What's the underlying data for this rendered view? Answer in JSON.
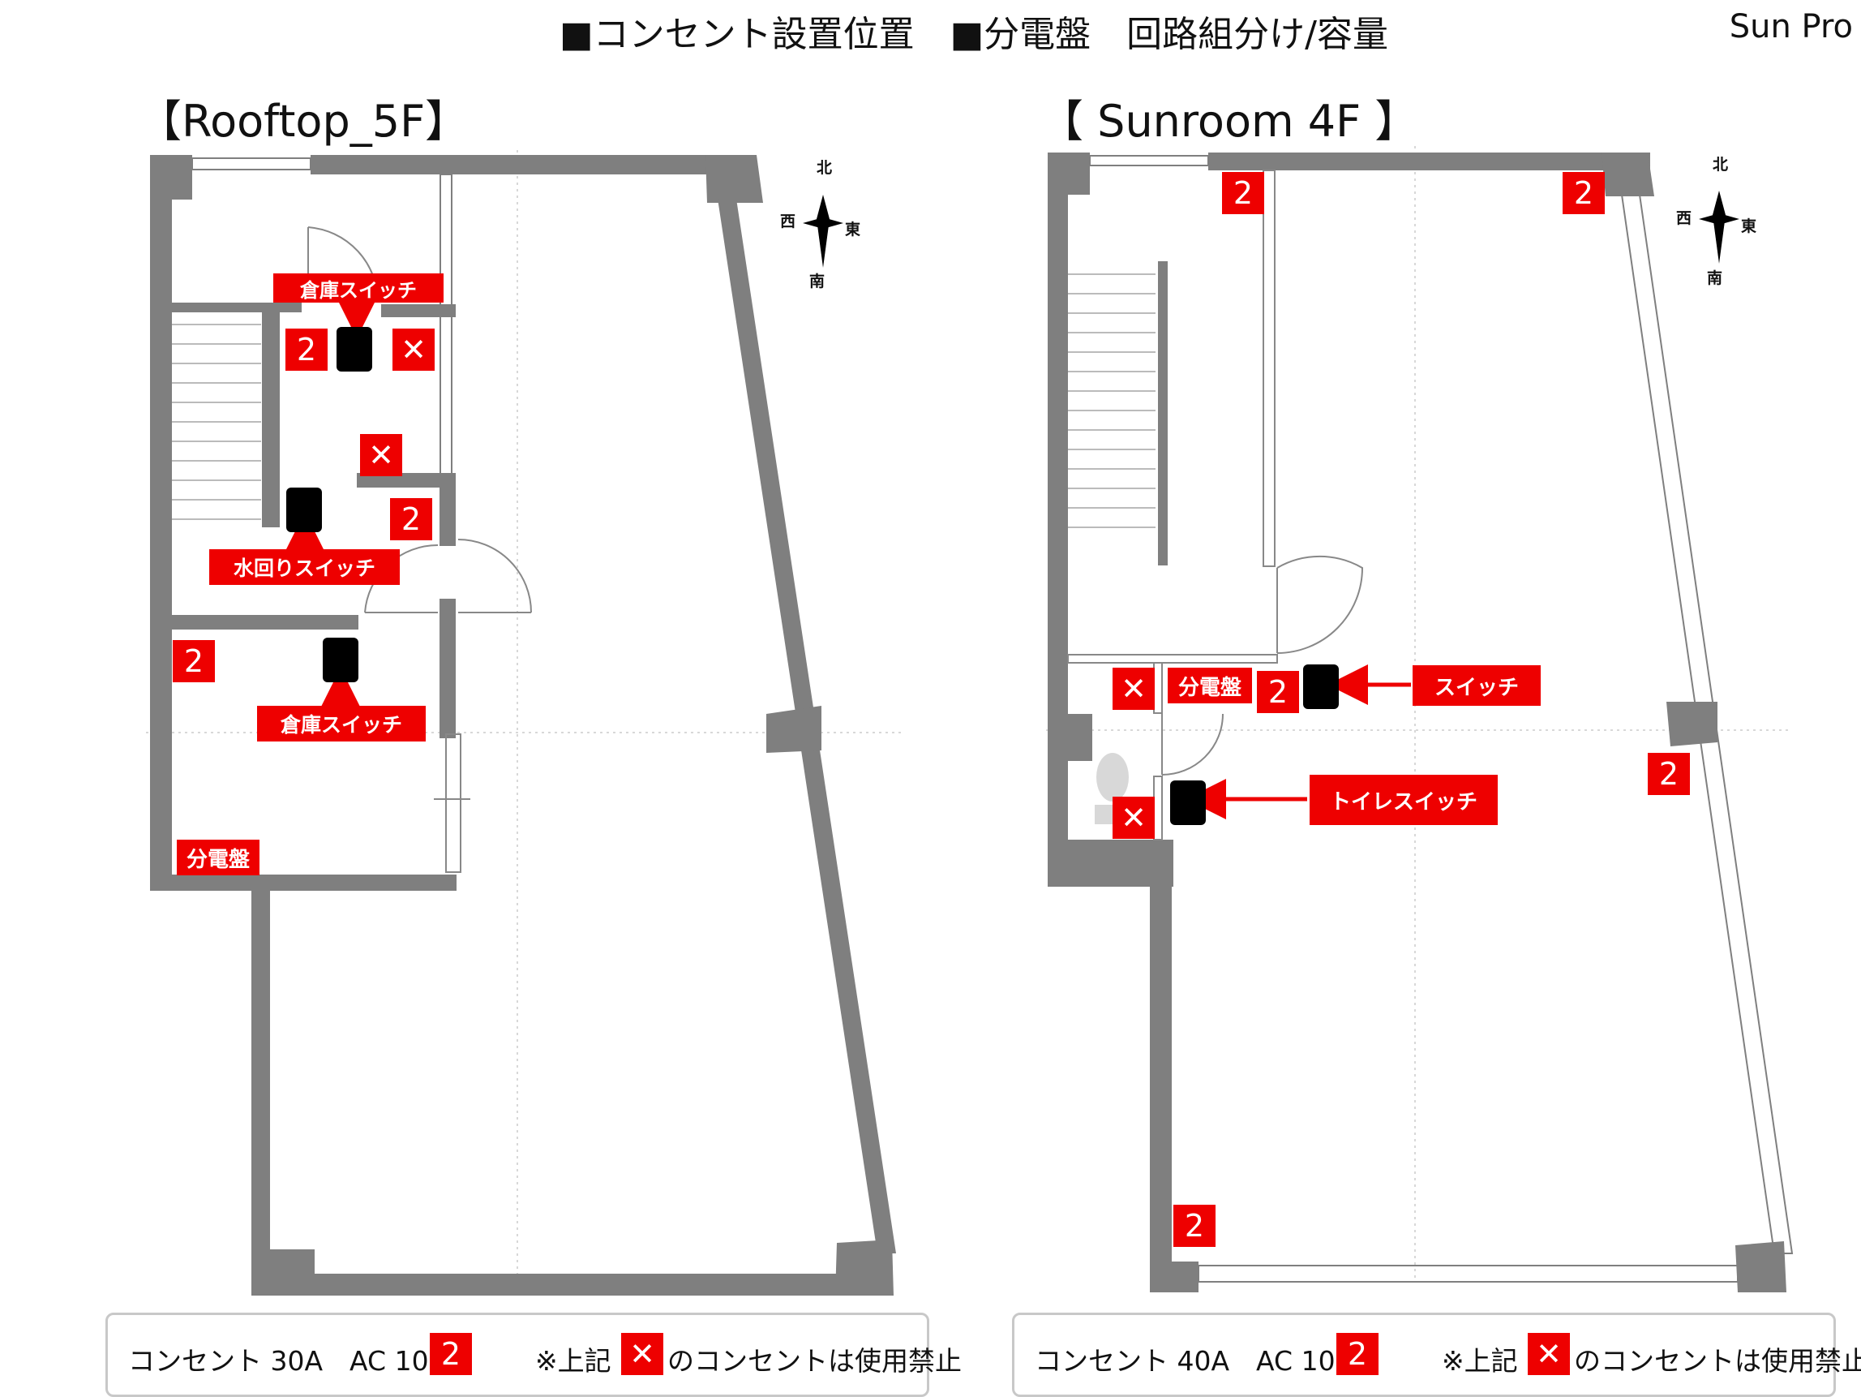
{
  "header": {
    "title": "■コンセント設置位置　■分電盤　回路組分け/容量",
    "brand": "Sun Pro"
  },
  "compass": {
    "north": "北",
    "west": "西",
    "east": "東",
    "south": "南"
  },
  "floors": [
    {
      "title": "【Rooftop_5F】",
      "labels": {
        "storage_switch_top": "倉庫スイッチ",
        "water_switch": "水回りスイッチ",
        "storage_switch_bottom": "倉庫スイッチ",
        "panel": "分電盤"
      },
      "outlets": {
        "two": "2",
        "forbidden": "✕"
      },
      "legend": {
        "capacity": "コンセント 30A　AC 100V",
        "marker": "2",
        "note_prefix": "※上記",
        "note_x": "✕",
        "note_suffix": "のコンセントは使用禁止"
      }
    },
    {
      "title": "【 Sunroom 4F 】",
      "labels": {
        "panel": "分電盤",
        "switch": "スイッチ",
        "toilet_switch": "トイレスイッチ"
      },
      "outlets": {
        "two": "2",
        "forbidden": "✕"
      },
      "legend": {
        "capacity": "コンセント 40A　AC 100V",
        "marker": "2",
        "note_prefix": "※上記",
        "note_x": "✕",
        "note_suffix": "のコンセントは使用禁止"
      }
    }
  ],
  "colors": {
    "wall": "#7f7f7f",
    "marker": "#ee0000",
    "switch": "#000000"
  }
}
